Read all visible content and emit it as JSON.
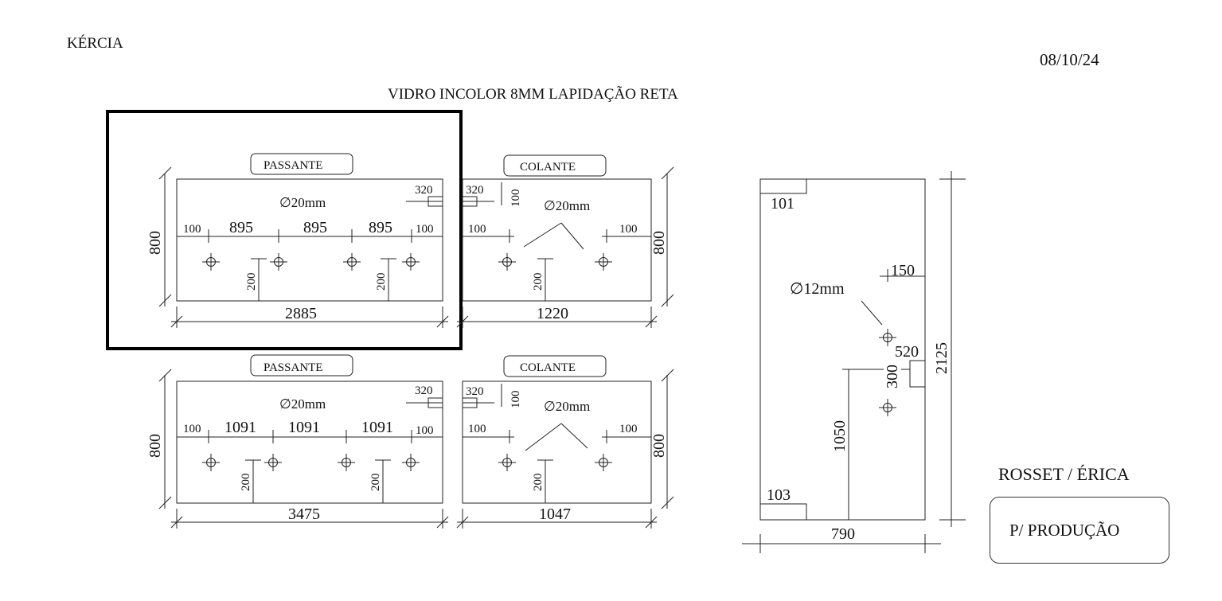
{
  "header": {
    "client": "KÉRCIA",
    "date": "08/10/24",
    "spec": "VIDRO INCOLOR  8MM LAPIDAÇÃO RETA"
  },
  "panels": [
    {
      "side_label": "PASSANTE",
      "height": "800",
      "width": "2885",
      "hole": "∅20mm",
      "corner": "320",
      "spacings": [
        "100",
        "895",
        "895",
        "895",
        "100"
      ],
      "drops": [
        "200",
        "200"
      ]
    },
    {
      "side_label": "COLANTE",
      "height": "800",
      "width": "1220",
      "hole": "∅20mm",
      "corner": "320",
      "corner_v": "100",
      "spacings": [
        "100",
        "100"
      ],
      "drops": [
        "200"
      ]
    },
    {
      "side_label": "PASSANTE",
      "height": "800",
      "width": "3475",
      "hole": "∅20mm",
      "corner": "320",
      "spacings": [
        "100",
        "1091",
        "1091",
        "1091",
        "100"
      ],
      "drops": [
        "200",
        "200"
      ]
    },
    {
      "side_label": "COLANTE",
      "height": "800",
      "width": "1047",
      "hole": "∅20mm",
      "corner": "320",
      "corner_v": "100",
      "spacings": [
        "100",
        "100"
      ],
      "drops": [
        "200"
      ]
    }
  ],
  "door": {
    "width": "790",
    "height": "2125",
    "top_notch": "101",
    "bottom_notch": "103",
    "hole": "∅12mm",
    "offset_top": "150",
    "hole_spacing": "300",
    "notch_height": "520",
    "base_height": "1050"
  },
  "footer": {
    "who": "ROSSET / ÉRICA",
    "note": "P/ PRODUÇÃO"
  }
}
